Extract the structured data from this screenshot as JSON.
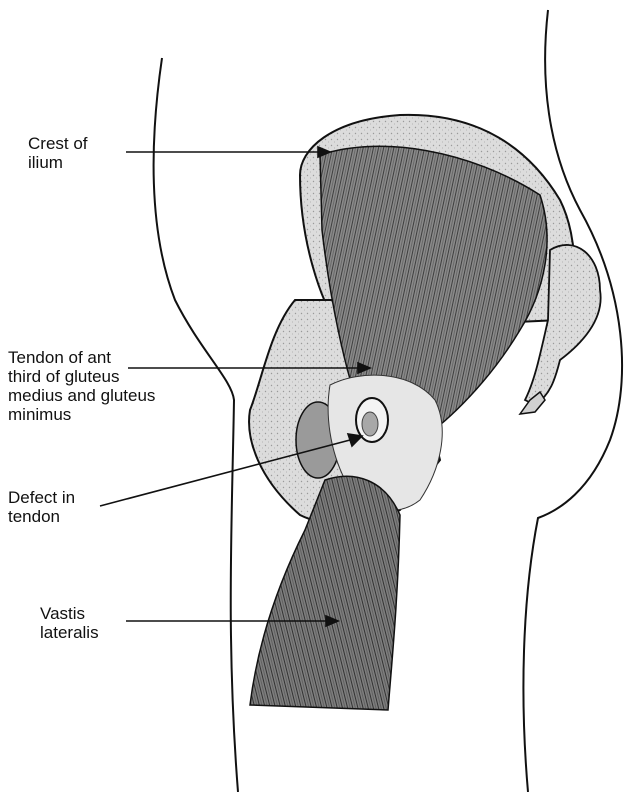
{
  "labels": {
    "crest_of_ilium": [
      "Crest of",
      "ilium"
    ],
    "tendon": [
      "Tendon of ant",
      "third of gluteus",
      "medius and gluteus",
      "minimus"
    ],
    "defect": [
      "Defect in",
      "tendon"
    ],
    "vastus": [
      "Vastis",
      "lateralis"
    ]
  },
  "colors": {
    "ink": "#111111",
    "bone": "#d8d8d8",
    "bone_dark": "#b8b8b8",
    "muscle": "#7a7a7a",
    "muscle_dark": "#4a4a4a",
    "tendon": "#e4e4e4"
  }
}
